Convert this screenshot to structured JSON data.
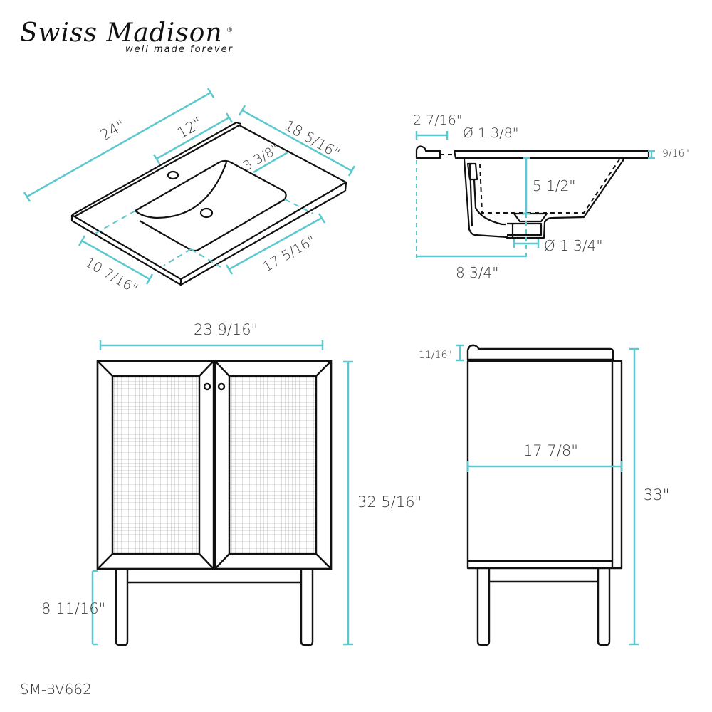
{
  "brand": {
    "name": "Swiss Madison",
    "tagline": "well made forever",
    "registered_mark": "®"
  },
  "model_number": "SM-BV662",
  "colors": {
    "dimension_line": "#5cc8cf",
    "outline": "#111111",
    "text": "#3a3a3a"
  },
  "views": {
    "top_countertop": {
      "dims": {
        "overall_width": "24\"",
        "faucet_center": "12\"",
        "depth": "18 5/16\"",
        "bowl_offset": "3 3/8\"",
        "bowl_front_width": "10 7/16\"",
        "bowl_length": "17 5/16\""
      }
    },
    "sink_section": {
      "dims": {
        "backsplash_to_faucet": "2 7/16\"",
        "faucet_hole_diameter": "Ø 1 3/8\"",
        "top_thickness": "9/16\"",
        "bowl_depth": "5 1/2\"",
        "drain_diameter": "Ø 1 3/4\"",
        "drain_center": "8 3/4\""
      }
    },
    "front_elevation": {
      "dims": {
        "width": "23 9/16\"",
        "cabinet_height": "32 5/16\"",
        "leg_height": "8 11/16\""
      }
    },
    "side_elevation": {
      "dims": {
        "top_thickness": "11/16\"",
        "depth": "17 7/8\"",
        "overall_height": "33\""
      }
    }
  }
}
